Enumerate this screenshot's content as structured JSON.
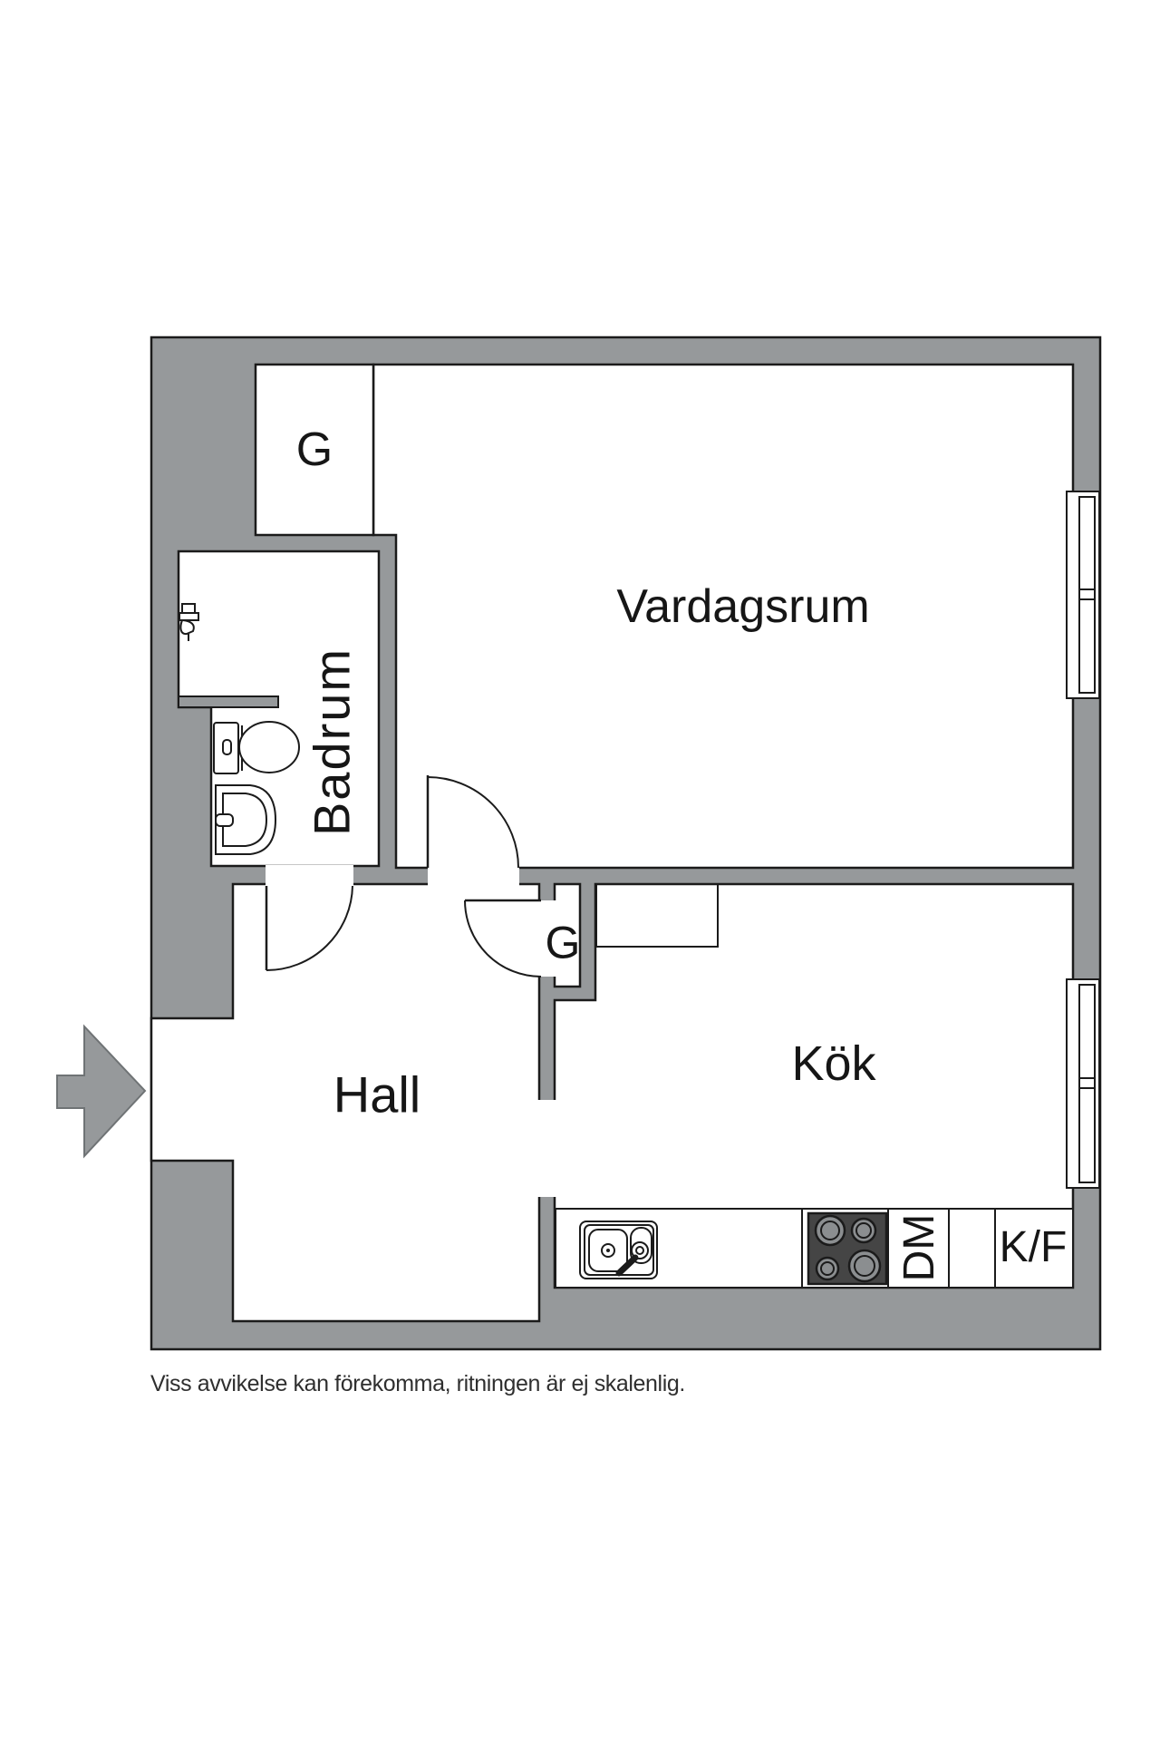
{
  "plan": {
    "rooms": {
      "living_room": "Vardagsrum",
      "kitchen": "Kök",
      "hall": "Hall",
      "bathroom": "Badrum",
      "wardrobe_top": "G",
      "wardrobe_middle": "G"
    },
    "appliances": {
      "dishwasher": "DM",
      "fridge_freezer": "K/F"
    },
    "colors": {
      "wall_fill": "#96999B",
      "line": "#1B1B1B",
      "stove_fill": "#454545",
      "burner_fill": "#8B8E90",
      "floor_fill": "#FFFFFF",
      "page_bg": "#FFFFFF",
      "caption_color": "#2F2F2F"
    }
  },
  "caption": "Viss avvikelse kan förekomma, ritningen är ej skalenlig."
}
